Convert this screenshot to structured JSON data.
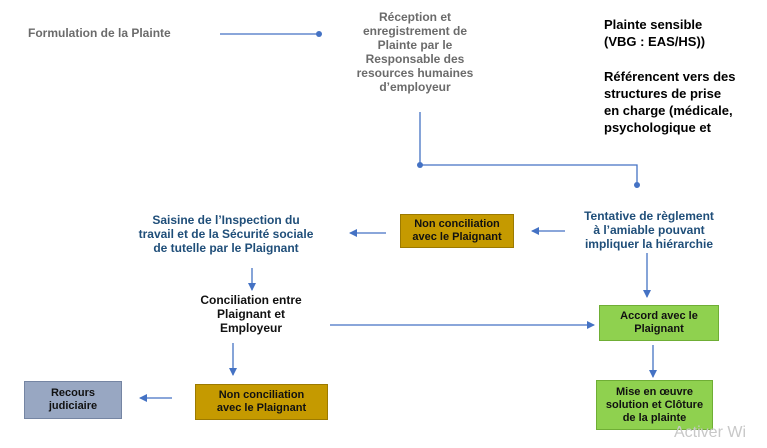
{
  "nodes": {
    "formulation": "Formulation de la Plainte",
    "reception": [
      "Réception et",
      "enregistrement de",
      "Plainte par le",
      "Responsable des",
      "resources humaines",
      "d’employeur"
    ],
    "tentative": [
      "Tentative de règlement",
      "à l’amiable pouvant",
      "impliquer la hiérarchie"
    ],
    "non_conciliation_1": [
      "Non conciliation",
      "avec le Plaignant"
    ],
    "saisine": [
      "Saisine de l’Inspection du",
      "travail et de la Sécurité sociale",
      "de tutelle par le Plaignant"
    ],
    "conciliation": [
      "Conciliation entre",
      "Plaignant et",
      "Employeur"
    ],
    "accord": [
      "Accord avec le",
      "Plaignant"
    ],
    "recours": [
      "Recours",
      "judiciaire"
    ],
    "non_conciliation_2": [
      "Non conciliation",
      "avec le Plaignant"
    ],
    "mise_en_oeuvre": [
      "Mise en œuvre",
      "solution et Clôture",
      "de la plainte"
    ]
  },
  "side_note": {
    "title_lines": [
      "Plainte sensible",
      "(VBG : EAS/HS))"
    ],
    "body_lines": [
      "Référencent vers des",
      "structures de prise",
      "en charge (médicale,",
      "psychologique et"
    ]
  },
  "watermark": "Activer Wi",
  "colors": {
    "arrow": "#4472c4",
    "gold_box": "#c59a00",
    "green_box": "#8fd14f",
    "slate_box": "#98a7c2",
    "blue_text": "#1f4e79",
    "grey_text": "#6b6b6b"
  }
}
